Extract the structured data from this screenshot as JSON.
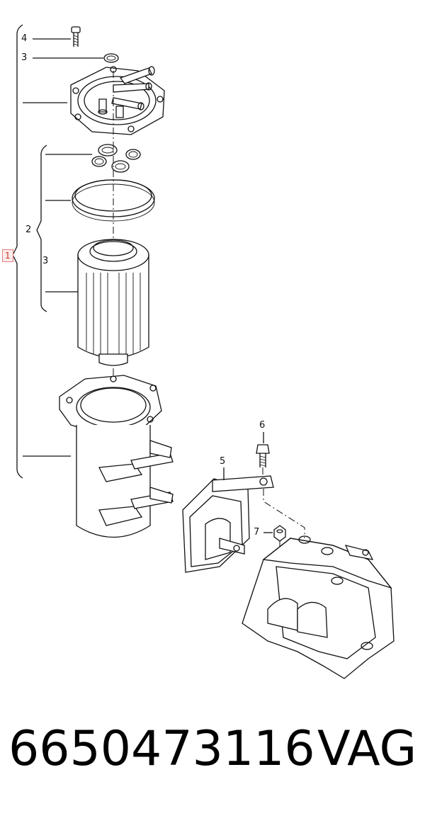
{
  "callouts": {
    "c1": "1",
    "c2": "2",
    "c3a": "3",
    "c3b": "3",
    "c4": "4",
    "c5": "5",
    "c6": "6",
    "c7": "7"
  },
  "footer": {
    "part_number": "6650473116",
    "brand": "VAG"
  }
}
